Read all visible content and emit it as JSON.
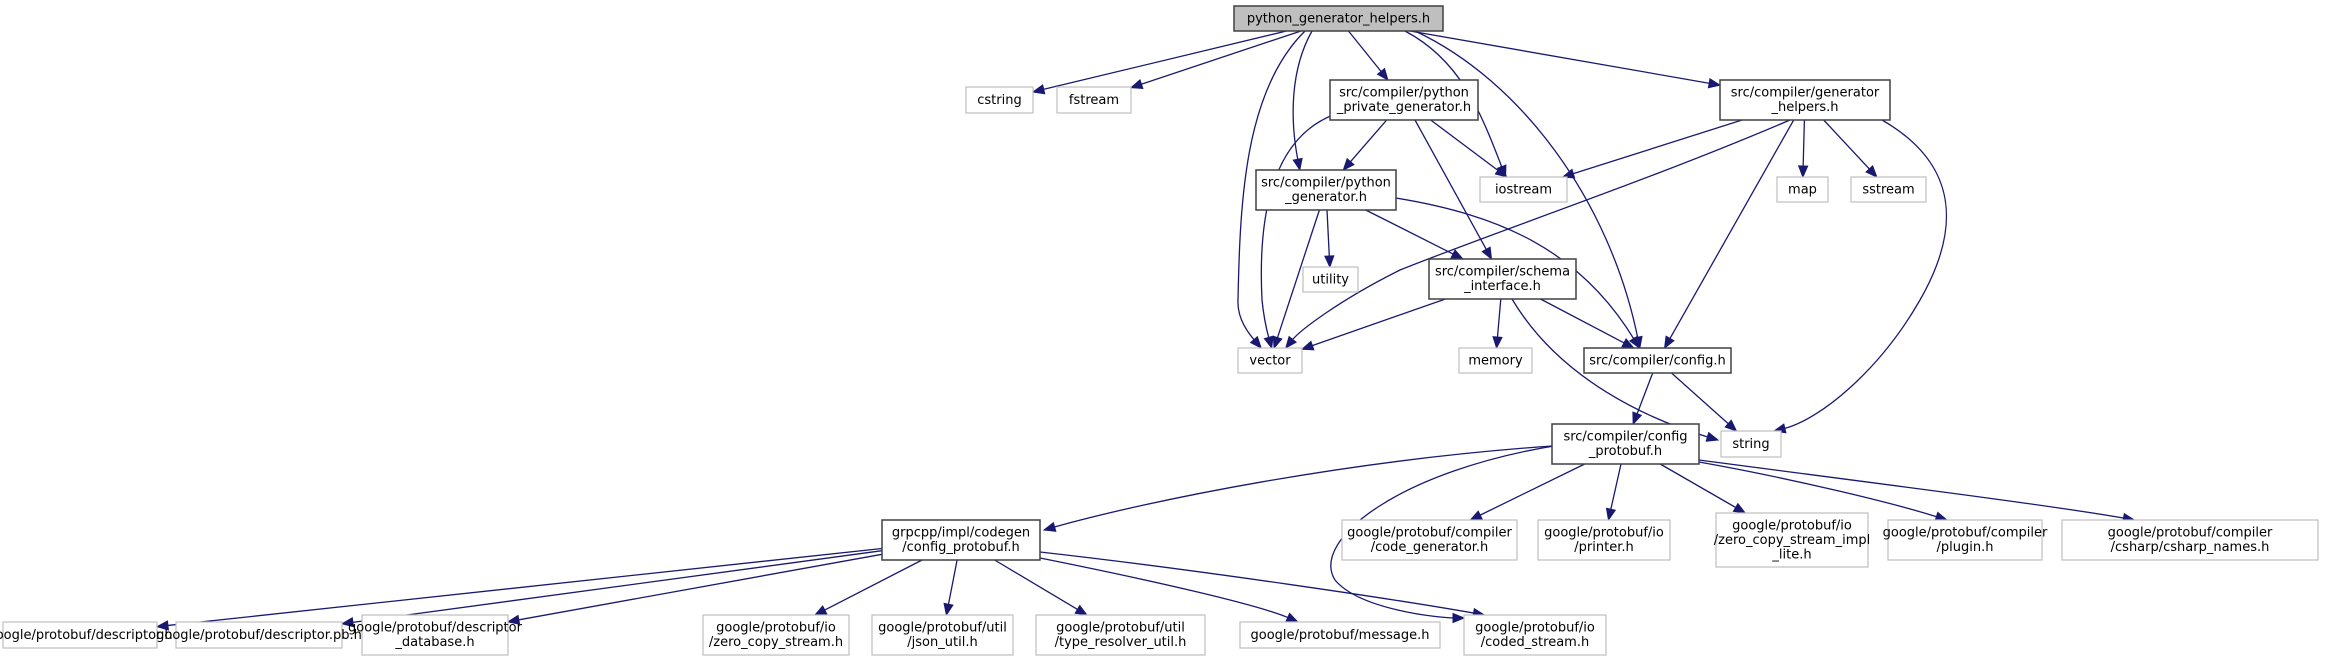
{
  "title": "python_generator_helpers.h",
  "colors": {
    "edge": "#191970",
    "root_fill": "#bfbfbf",
    "project_border": "#404040",
    "external_border": "#bfbfbf"
  },
  "nodes": [
    {
      "id": "root",
      "kind": "root",
      "lines": [
        "python_generator_helpers.h"
      ]
    },
    {
      "id": "cstring",
      "kind": "external",
      "lines": [
        "cstring"
      ]
    },
    {
      "id": "fstream",
      "kind": "external",
      "lines": [
        "fstream"
      ]
    },
    {
      "id": "python_private_generator",
      "kind": "project",
      "lines": [
        "src/compiler/python",
        "_private_generator.h"
      ]
    },
    {
      "id": "generator_helpers",
      "kind": "project",
      "lines": [
        "src/compiler/generator",
        "_helpers.h"
      ]
    },
    {
      "id": "iostream",
      "kind": "external",
      "lines": [
        "iostream"
      ]
    },
    {
      "id": "map",
      "kind": "external",
      "lines": [
        "map"
      ]
    },
    {
      "id": "sstream",
      "kind": "external",
      "lines": [
        "sstream"
      ]
    },
    {
      "id": "python_generator",
      "kind": "project",
      "lines": [
        "src/compiler/python",
        "_generator.h"
      ]
    },
    {
      "id": "utility",
      "kind": "external",
      "lines": [
        "utility"
      ]
    },
    {
      "id": "schema_interface",
      "kind": "project",
      "lines": [
        "src/compiler/schema",
        "_interface.h"
      ]
    },
    {
      "id": "vector",
      "kind": "external",
      "lines": [
        "vector"
      ]
    },
    {
      "id": "memory",
      "kind": "external",
      "lines": [
        "memory"
      ]
    },
    {
      "id": "config",
      "kind": "project",
      "lines": [
        "src/compiler/config.h"
      ]
    },
    {
      "id": "string",
      "kind": "external",
      "lines": [
        "string"
      ]
    },
    {
      "id": "config_protobuf_src",
      "kind": "project",
      "lines": [
        "src/compiler/config",
        "_protobuf.h"
      ]
    },
    {
      "id": "grpcpp_config_protobuf",
      "kind": "project",
      "lines": [
        "grpcpp/impl/codegen",
        "/config_protobuf.h"
      ]
    },
    {
      "id": "code_generator",
      "kind": "external",
      "lines": [
        "google/protobuf/compiler",
        "/code_generator.h"
      ]
    },
    {
      "id": "printer",
      "kind": "external",
      "lines": [
        "google/protobuf/io",
        "/printer.h"
      ]
    },
    {
      "id": "zero_copy_stream_impl_lite",
      "kind": "external",
      "lines": [
        "google/protobuf/io",
        "/zero_copy_stream_impl",
        "_lite.h"
      ]
    },
    {
      "id": "plugin",
      "kind": "external",
      "lines": [
        "google/protobuf/compiler",
        "/plugin.h"
      ]
    },
    {
      "id": "csharp_names",
      "kind": "external",
      "lines": [
        "google/protobuf/compiler",
        "/csharp/csharp_names.h"
      ]
    },
    {
      "id": "descriptor",
      "kind": "external",
      "lines": [
        "google/protobuf/descriptor.h"
      ]
    },
    {
      "id": "descriptor_pb",
      "kind": "external",
      "lines": [
        "google/protobuf/descriptor.pb.h"
      ]
    },
    {
      "id": "descriptor_database",
      "kind": "external",
      "lines": [
        "google/protobuf/descriptor",
        "_database.h"
      ]
    },
    {
      "id": "zero_copy_stream",
      "kind": "external",
      "lines": [
        "google/protobuf/io",
        "/zero_copy_stream.h"
      ]
    },
    {
      "id": "json_util",
      "kind": "external",
      "lines": [
        "google/protobuf/util",
        "/json_util.h"
      ]
    },
    {
      "id": "type_resolver_util",
      "kind": "external",
      "lines": [
        "google/protobuf/util",
        "/type_resolver_util.h"
      ]
    },
    {
      "id": "message",
      "kind": "external",
      "lines": [
        "google/protobuf/message.h"
      ]
    },
    {
      "id": "coded_stream",
      "kind": "external",
      "lines": [
        "google/protobuf/io",
        "/coded_stream.h"
      ]
    }
  ],
  "edges": [
    [
      "root",
      "cstring"
    ],
    [
      "root",
      "fstream"
    ],
    [
      "root",
      "python_private_generator"
    ],
    [
      "root",
      "generator_helpers"
    ],
    [
      "root",
      "iostream"
    ],
    [
      "root",
      "python_generator"
    ],
    [
      "root",
      "vector"
    ],
    [
      "root",
      "config"
    ],
    [
      "python_private_generator",
      "python_generator"
    ],
    [
      "python_private_generator",
      "iostream"
    ],
    [
      "python_private_generator",
      "schema_interface"
    ],
    [
      "python_private_generator",
      "vector"
    ],
    [
      "generator_helpers",
      "iostream"
    ],
    [
      "generator_helpers",
      "map"
    ],
    [
      "generator_helpers",
      "sstream"
    ],
    [
      "generator_helpers",
      "vector"
    ],
    [
      "generator_helpers",
      "config"
    ],
    [
      "generator_helpers",
      "string"
    ],
    [
      "python_generator",
      "utility"
    ],
    [
      "python_generator",
      "schema_interface"
    ],
    [
      "python_generator",
      "vector"
    ],
    [
      "python_generator",
      "config"
    ],
    [
      "schema_interface",
      "vector"
    ],
    [
      "schema_interface",
      "memory"
    ],
    [
      "schema_interface",
      "config"
    ],
    [
      "schema_interface",
      "string"
    ],
    [
      "config",
      "config_protobuf_src"
    ],
    [
      "config",
      "string"
    ],
    [
      "config_protobuf_src",
      "grpcpp_config_protobuf"
    ],
    [
      "config_protobuf_src",
      "code_generator"
    ],
    [
      "config_protobuf_src",
      "printer"
    ],
    [
      "config_protobuf_src",
      "zero_copy_stream_impl_lite"
    ],
    [
      "config_protobuf_src",
      "plugin"
    ],
    [
      "config_protobuf_src",
      "csharp_names"
    ],
    [
      "config_protobuf_src",
      "coded_stream"
    ],
    [
      "grpcpp_config_protobuf",
      "descriptor"
    ],
    [
      "grpcpp_config_protobuf",
      "descriptor_pb"
    ],
    [
      "grpcpp_config_protobuf",
      "descriptor_database"
    ],
    [
      "grpcpp_config_protobuf",
      "zero_copy_stream"
    ],
    [
      "grpcpp_config_protobuf",
      "json_util"
    ],
    [
      "grpcpp_config_protobuf",
      "type_resolver_util"
    ],
    [
      "grpcpp_config_protobuf",
      "message"
    ],
    [
      "grpcpp_config_protobuf",
      "coded_stream"
    ]
  ]
}
